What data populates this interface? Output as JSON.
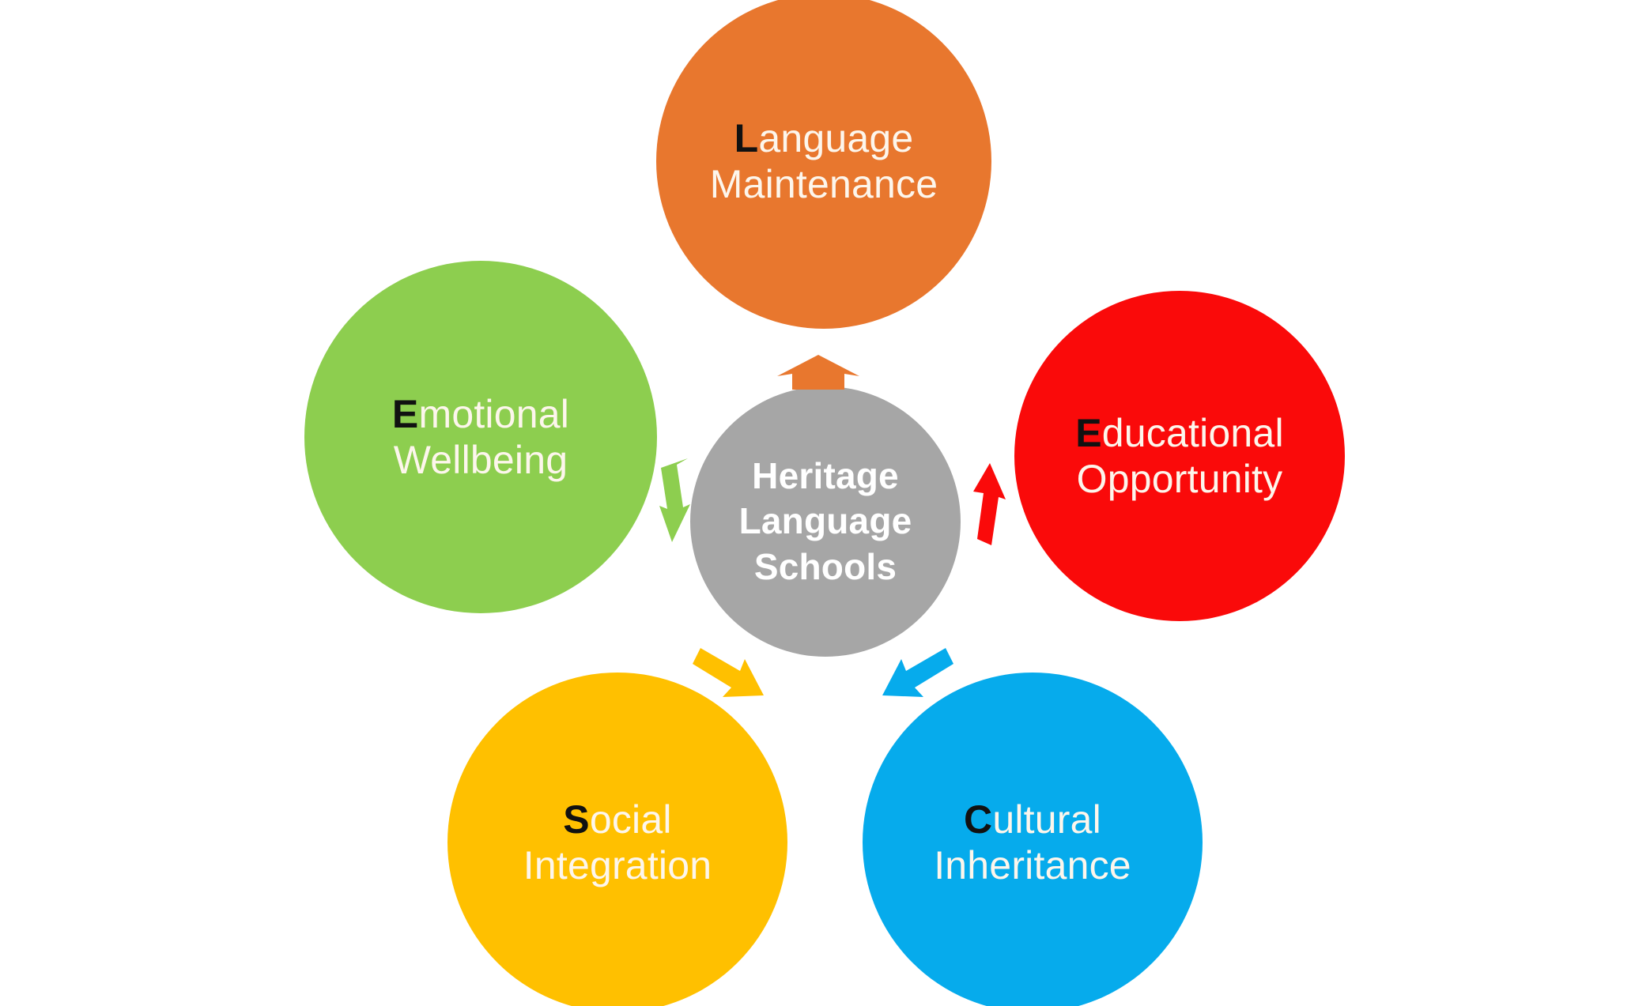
{
  "diagram": {
    "title_acronym": "LEECS",
    "hub": {
      "name": "hub-node",
      "text": "Heritage\nLanguage\nSchools",
      "color": "#A6A6A6",
      "text_color": "#FFFFFF"
    },
    "nodes": [
      {
        "id": "language-maintenance",
        "cap": "L",
        "rest": "anguage",
        "line2": "Maintenance",
        "text": "Language Maintenance",
        "color": "#E8772E",
        "text_color": "#FDF6EC",
        "position": "top",
        "arrow_color": "#E8772E",
        "arrow_direction": "up"
      },
      {
        "id": "educational-opportunity",
        "cap": "E",
        "rest": "ducational",
        "line2": "Opportunity",
        "text": "Educational Opportunity",
        "color": "#FA0A0A",
        "text_color": "#FFFFFF",
        "position": "right",
        "arrow_color": "#FA0A0A",
        "arrow_direction": "up-right"
      },
      {
        "id": "cultural-inheritance",
        "cap": "C",
        "rest": "ultural",
        "line2": "Inheritance",
        "text": "Cultural Inheritance",
        "color": "#06ABEC",
        "text_color": "#EAFBFF",
        "position": "bottom-right",
        "arrow_color": "#06ABEC",
        "arrow_direction": "down-right"
      },
      {
        "id": "social-integration",
        "cap": "S",
        "rest": "ocial",
        "line2": "Integration",
        "text": "Social Integration",
        "color": "#FFC000",
        "text_color": "#FFFBF0",
        "position": "bottom-left",
        "arrow_color": "#FFC000",
        "arrow_direction": "down-left"
      },
      {
        "id": "emotional-wellbeing",
        "cap": "E",
        "rest": "motional",
        "line2": "Wellbeing",
        "text": "Emotional Wellbeing",
        "color": "#8DCE4F",
        "text_color": "#F4FBEC",
        "position": "left",
        "arrow_color": "#8DCE4F",
        "arrow_direction": "left"
      }
    ],
    "background_color": "#FFFFFF"
  }
}
